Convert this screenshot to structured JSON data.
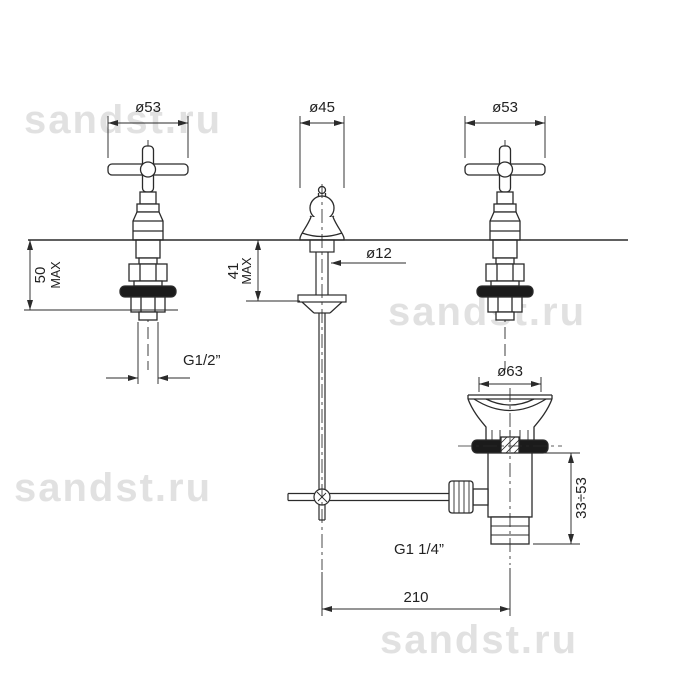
{
  "watermark": {
    "text": "sandst.ru"
  },
  "drawing": {
    "line_color": "#2b2b2b",
    "washer_color": "#1b1b1b"
  },
  "dims": {
    "left_handle_diameter": "ø53",
    "spout_diameter": "ø45",
    "right_handle_diameter": "ø53",
    "deck_height_value": "50",
    "deck_height_suffix": "MAX",
    "spout_height_value": "41",
    "spout_height_suffix": "MAX",
    "rod_diameter": "ø12",
    "valve_thread": "G1/2”",
    "drain_flange_diameter": "ø63",
    "drain_thread": "G1 1/4”",
    "drain_body_range": "33÷53",
    "rod_to_drain_distance": "210"
  }
}
